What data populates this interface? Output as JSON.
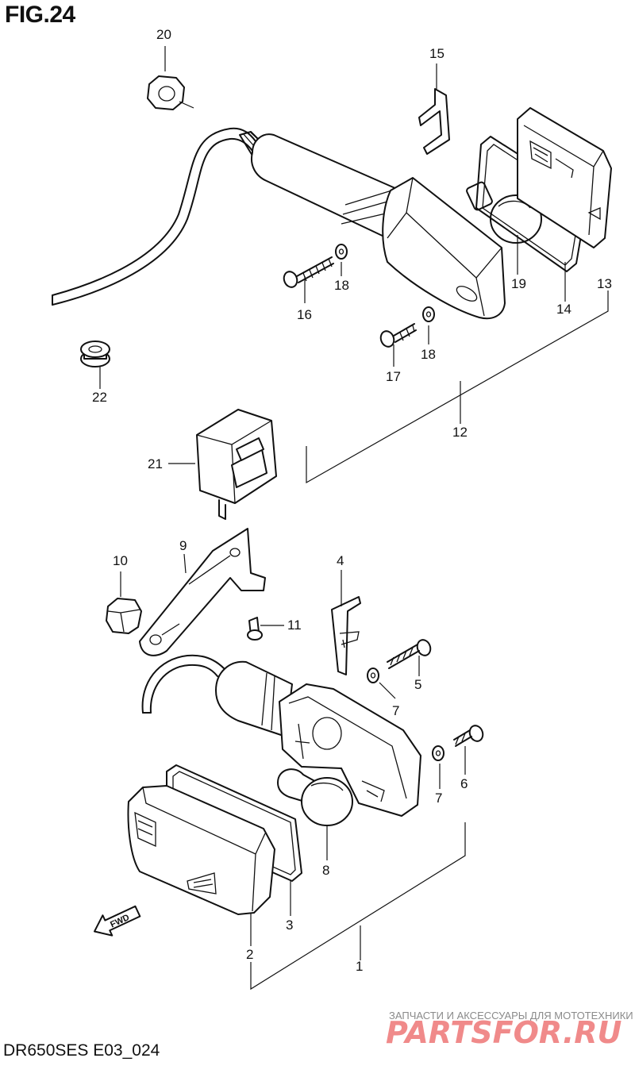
{
  "figure": {
    "title": "FIG.24",
    "caption": "DR650SES E03_024"
  },
  "callouts": {
    "p1": "1",
    "p2": "2",
    "p3": "3",
    "p4": "4",
    "p5": "5",
    "p6": "6",
    "p7a": "7",
    "p7b": "7",
    "p8": "8",
    "p9": "9",
    "p10": "10",
    "p11": "11",
    "p12": "12",
    "p13": "13",
    "p14": "14",
    "p15": "15",
    "p16": "16",
    "p17": "17",
    "p18a": "18",
    "p18b": "18",
    "p19": "19",
    "p20": "20",
    "p21": "21",
    "p22": "22"
  },
  "direction_label": "FWD",
  "watermark": {
    "tagline": "ЗАПЧАСТИ И АКСЕССУАРЫ ДЛЯ МОТОТЕХНИКИ",
    "logo": "PARTSFOR.RU"
  }
}
